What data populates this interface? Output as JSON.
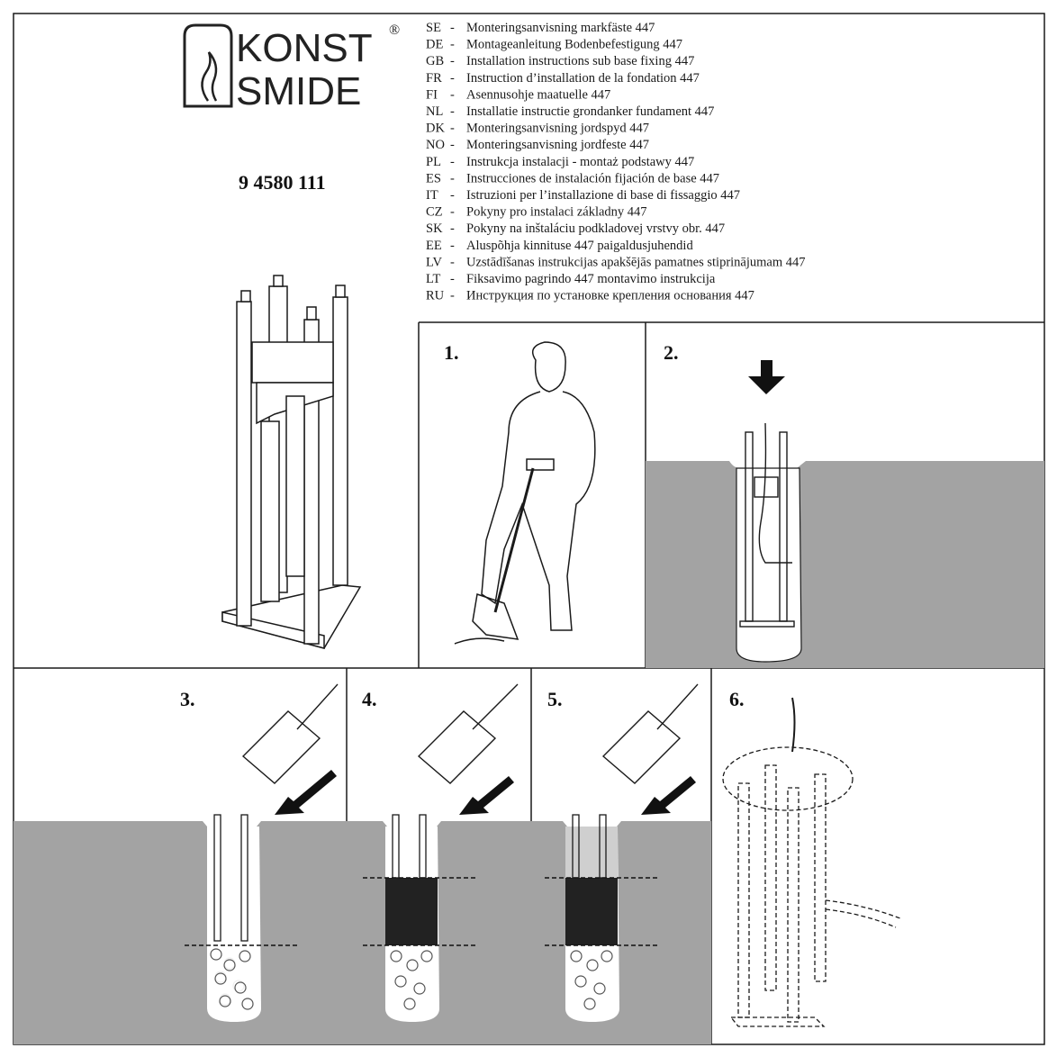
{
  "brand": {
    "name_line1": "KONST",
    "name_line2": "SMIDE",
    "registered": "®"
  },
  "product_code": "9 4580 111",
  "titles": [
    {
      "lang": "SE",
      "text": "Monteringsanvisning markfäste 447"
    },
    {
      "lang": "DE",
      "text": "Montageanleitung Bodenbefestigung 447"
    },
    {
      "lang": "GB",
      "text": "Installation instructions sub base fixing 447"
    },
    {
      "lang": "FR",
      "text": "Instruction d’installation de la fondation 447"
    },
    {
      "lang": "FI",
      "text": "Asennusohje maatuelle 447"
    },
    {
      "lang": "NL",
      "text": "Installatie instructie grondanker fundament 447"
    },
    {
      "lang": "DK",
      "text": "Monteringsanvisning jordspyd 447"
    },
    {
      "lang": "NO",
      "text": "Monteringsanvisning jordfeste 447"
    },
    {
      "lang": "PL",
      "text": "Instrukcja instalacji - montaż podstawy 447"
    },
    {
      "lang": "ES",
      "text": "Instrucciones de instalación fijación de base 447"
    },
    {
      "lang": "IT",
      "text": "Istruzioni per l’installazione di base di fissaggio 447"
    },
    {
      "lang": "CZ",
      "text": "Pokyny pro instalaci základny 447"
    },
    {
      "lang": "SK",
      "text": "Pokyny na inštaláciu podkladovej vrstvy obr. 447"
    },
    {
      "lang": "EE",
      "text": "Aluspõhja kinnituse 447 paigaldusjuhendid"
    },
    {
      "lang": "LV",
      "text": "Uzstādīšanas instrukcijas apakšējās pamatnes stiprinājumam 447"
    },
    {
      "lang": "LT",
      "text": "Fiksavimo pagrindo 447 montavimo instrukcija"
    },
    {
      "lang": "RU",
      "text": "Инструкция по установке крепления основания 447"
    }
  ],
  "separator": "-",
  "steps": [
    "1.",
    "2.",
    "3.",
    "4.",
    "5.",
    "6."
  ],
  "colors": {
    "ground": "#a3a3a3",
    "line": "#1a1a1a"
  }
}
